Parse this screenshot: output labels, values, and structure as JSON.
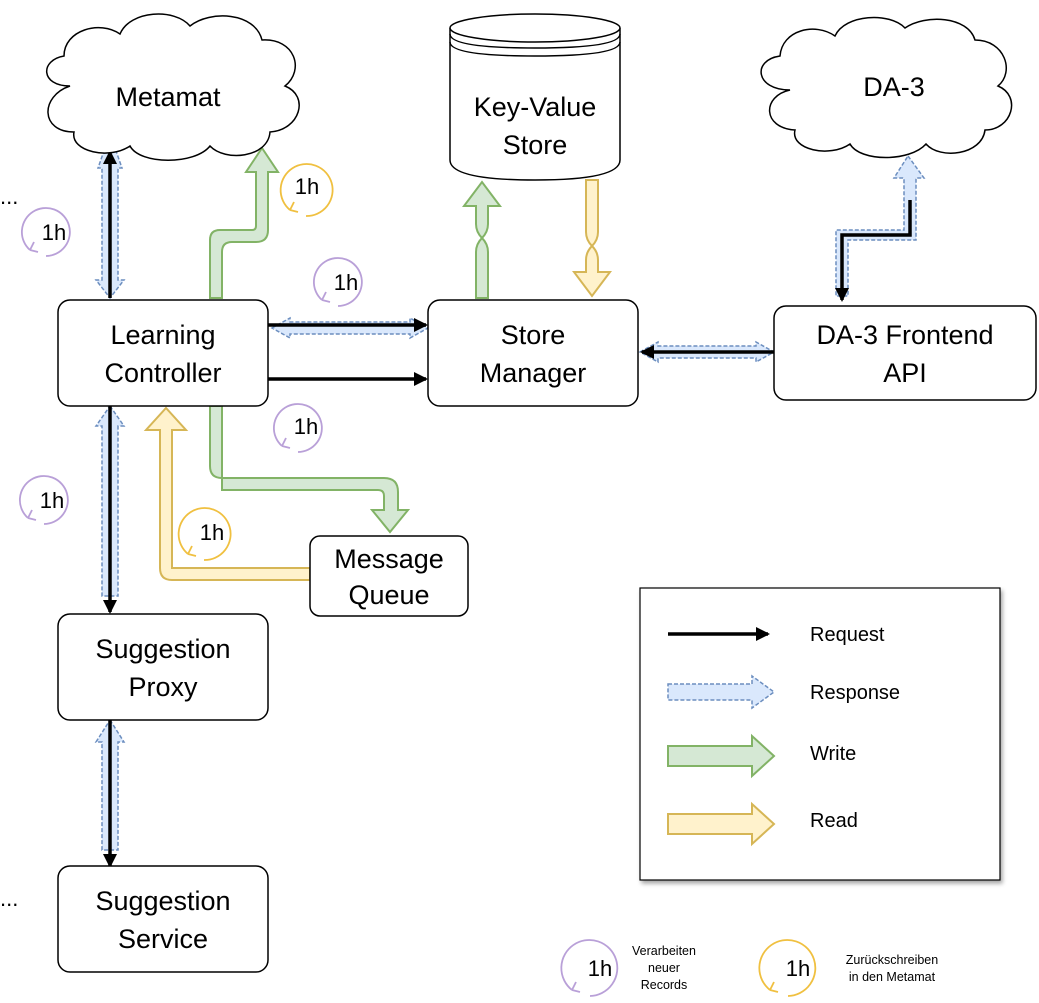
{
  "colors": {
    "request": "#000000",
    "response_fill": "#dae8fc",
    "response_stroke": "#6c8ebf",
    "write_fill": "#d5e8d4",
    "write_stroke": "#82b366",
    "read_fill": "#fff2cc",
    "read_stroke": "#d6b656",
    "badge_purple": "#b9a0d8",
    "badge_orange": "#f0c040"
  },
  "nodes": {
    "metamat": "Metamat",
    "kv_line1": "Key-Value",
    "kv_line2": "Store",
    "da3": "DA-3",
    "lc_line1": "Learning",
    "lc_line2": "Controller",
    "sm_line1": "Store",
    "sm_line2": "Manager",
    "api_line1": "DA-3 Frontend",
    "api_line2": "API",
    "mq_line1": "Message",
    "mq_line2": "Queue",
    "sp_line1": "Suggestion",
    "sp_line2": "Proxy",
    "ss_line1": "Suggestion",
    "ss_line2": "Service"
  },
  "offscreen_marker": "...",
  "badges": {
    "interval": "1h"
  },
  "legend": {
    "request": "Request",
    "response": "Response",
    "write": "Write",
    "read": "Read"
  },
  "key": {
    "purple_line1": "Verarbeiten",
    "purple_line2": "neuer",
    "purple_line3": "Records",
    "orange_line1": "Zurückschreiben",
    "orange_line2": "in den Metamat"
  }
}
